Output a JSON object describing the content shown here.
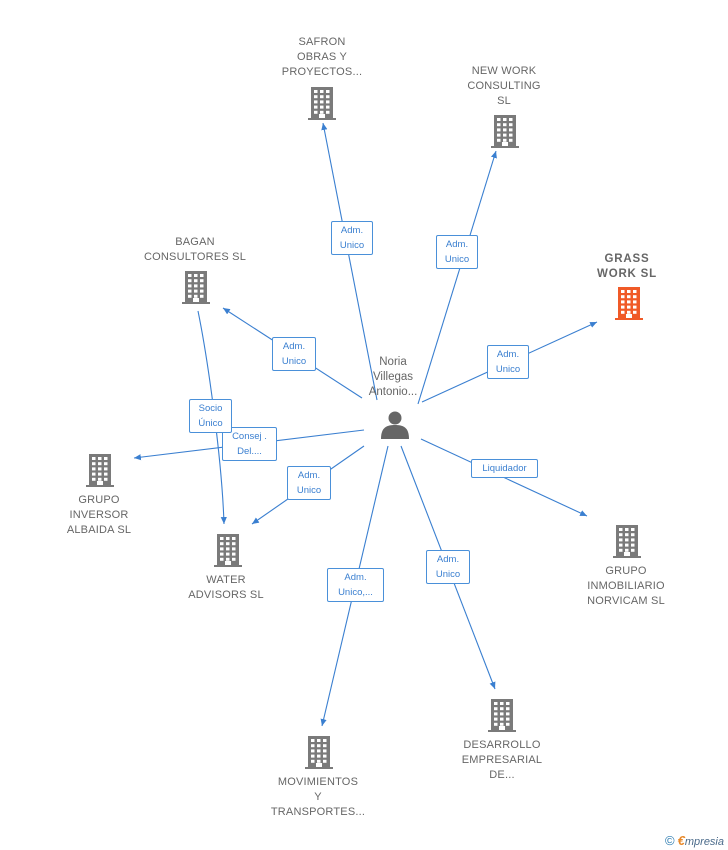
{
  "person": {
    "label": "Noria\nVillegas\nAntonio..."
  },
  "companies": [
    {
      "id": "safron",
      "label": "SAFRON\nOBRAS Y\nPROYECTOS...",
      "main": false
    },
    {
      "id": "newwork",
      "label": "NEW WORK\nCONSULTING\nSL",
      "main": false
    },
    {
      "id": "grass",
      "label": "GRASS\nWORK  SL",
      "main": true
    },
    {
      "id": "bagan",
      "label": "BAGAN\nCONSULTORES SL",
      "main": false
    },
    {
      "id": "grupo_inversor",
      "label": "GRUPO\nINVERSOR\nALBAIDA SL",
      "main": false
    },
    {
      "id": "water",
      "label": "WATER\nADVISORS SL",
      "main": false
    },
    {
      "id": "norvicam",
      "label": "GRUPO\nINMOBILIARIO\nNORVICAM SL",
      "main": false
    },
    {
      "id": "desarrollo",
      "label": "DESARROLLO\nEMPRESARIAL\nDE...",
      "main": false
    },
    {
      "id": "movimientos",
      "label": "MOVIMIENTOS\nY\nTRANSPORTES...",
      "main": false
    }
  ],
  "edges": [
    {
      "to": "safron",
      "label": "Adm.\nUnico"
    },
    {
      "to": "newwork",
      "label": "Adm.\nUnico"
    },
    {
      "to": "grass",
      "label": "Adm.\nUnico"
    },
    {
      "to": "bagan",
      "label": "Adm.\nUnico"
    },
    {
      "to": "grupo_inversor",
      "label": "Consej .\nDel...."
    },
    {
      "to": "water",
      "label": "Adm.\nUnico"
    },
    {
      "to": "norvicam",
      "label": "Liquidador"
    },
    {
      "to": "desarrollo",
      "label": "Adm.\nUnico"
    },
    {
      "to": "movimientos",
      "label": "Adm.\nUnico,..."
    },
    {
      "from": "bagan",
      "to": "water",
      "label": "Socio\nÚnico"
    }
  ],
  "colors": {
    "edge": "#3a7fd0",
    "building": "#7a7a7a",
    "building_main": "#f05a28",
    "person": "#666666"
  },
  "footer": {
    "copyright": "©",
    "brand_first": "€",
    "brand_rest": "mpresia"
  }
}
